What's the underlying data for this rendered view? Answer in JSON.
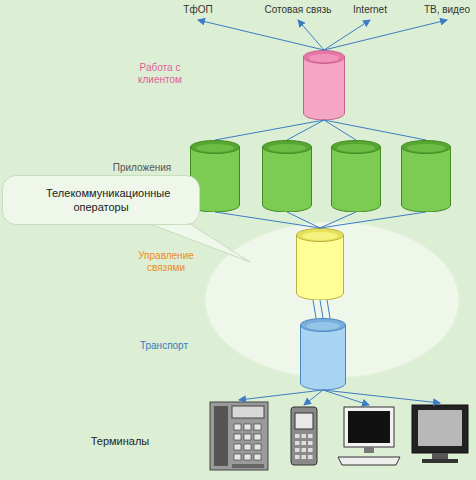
{
  "diagram": {
    "nodes": [
      {
        "text": [
          "ТфОП"
        ]
      },
      {
        "text": [
          "Сотовая связь"
        ]
      },
      {
        "text": [
          "Internet"
        ]
      },
      {
        "text": [
          "ТВ, видео"
        ]
      },
      {
        "text": [
          "Работа с клиентом"
        ]
      },
      {
        "text": [
          "Приложения"
        ]
      },
      {
        "text": []
      },
      {
        "text": []
      },
      {
        "text": []
      },
      {
        "text": [
          "Телекоммуникационные операторы"
        ]
      },
      {
        "text": [
          "Управление связями"
        ]
      },
      {
        "text": [
          "Транспорт"
        ]
      },
      {
        "text": []
      },
      {
        "text": []
      },
      {
        "text": []
      },
      {
        "text": []
      }
    ],
    "edges": [
      {
        "from": 4,
        "to": 0,
        "arrow": "to"
      },
      {
        "from": 4,
        "to": 1,
        "arrow": "to"
      },
      {
        "from": 4,
        "to": 2,
        "arrow": "to"
      },
      {
        "from": 4,
        "to": 3,
        "arrow": "to"
      },
      {
        "from": 4,
        "to": 5,
        "arrow": "none"
      },
      {
        "from": 4,
        "to": 6,
        "arrow": "none"
      },
      {
        "from": 4,
        "to": 7,
        "arrow": "none"
      },
      {
        "from": 4,
        "to": 8,
        "arrow": "none"
      },
      {
        "from": 5,
        "to": 10,
        "arrow": "none"
      },
      {
        "from": 6,
        "to": 10,
        "arrow": "none"
      },
      {
        "from": 7,
        "to": 10,
        "arrow": "none"
      },
      {
        "from": 8,
        "to": 10,
        "arrow": "none"
      },
      {
        "from": 10,
        "to": 11,
        "arrow": "none"
      },
      {
        "from": 11,
        "to": 12,
        "arrow": "to"
      },
      {
        "from": 11,
        "to": 13,
        "arrow": "to"
      },
      {
        "from": 11,
        "to": 14,
        "arrow": "to"
      },
      {
        "from": 11,
        "to": 15,
        "arrow": "to"
      }
    ],
    "labels": [
      "Терминалы"
    ]
  }
}
